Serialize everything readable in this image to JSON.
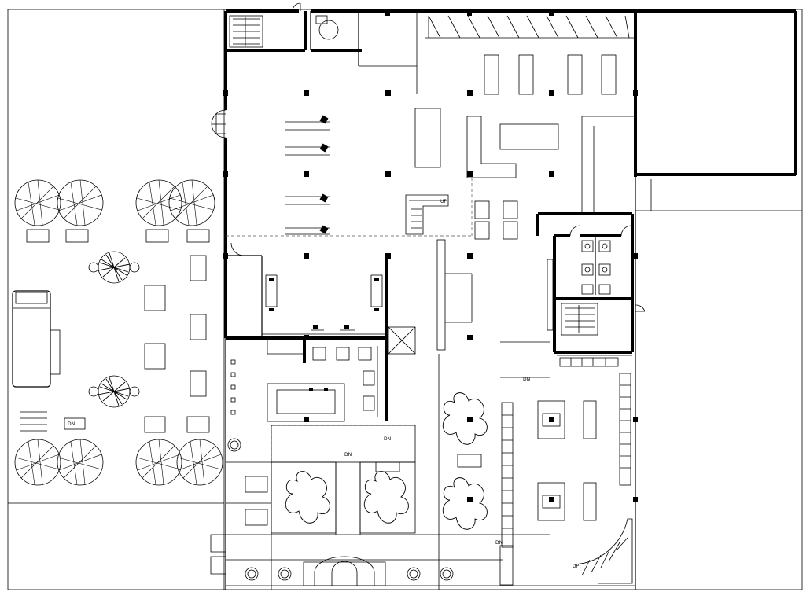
{
  "labels": {
    "stair_up_left": "UP",
    "stair_up_right": "UP",
    "level_dn_a": "DN",
    "level_dn_b": "DN",
    "level_dn_c": "DN",
    "level_dn_d": "DN",
    "sign": "DN"
  },
  "colors": {
    "ink": "#000000",
    "background": "#ffffff"
  }
}
